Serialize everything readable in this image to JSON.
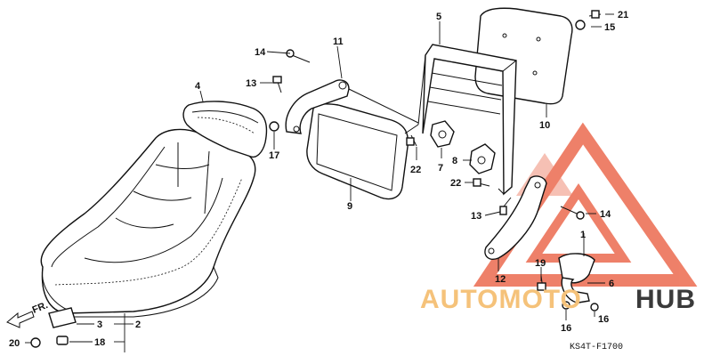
{
  "labels": {
    "p1": "1",
    "p2": "2",
    "p3": "3",
    "p4": "4",
    "p5": "5",
    "p6": "6",
    "p7": "7",
    "p8": "8",
    "p9": "9",
    "p10": "10",
    "p11": "11",
    "p12": "12",
    "p13a": "13",
    "p13b": "13",
    "p14a": "14",
    "p14b": "14",
    "p15": "15",
    "p16a": "16",
    "p16b": "16",
    "p17": "17",
    "p18": "18",
    "p19": "19",
    "p20": "20",
    "p21": "21",
    "p22a": "22",
    "p22b": "22"
  },
  "front_arrow": "FR.",
  "diagram_code": "KS4T-F1700",
  "watermark": {
    "text_part1": "AUTOMOTO",
    "text_part2": "HUB",
    "color_accent": "#e8593b",
    "color_auto": "#f5c27a",
    "color_hub": "#3a3a3a"
  }
}
